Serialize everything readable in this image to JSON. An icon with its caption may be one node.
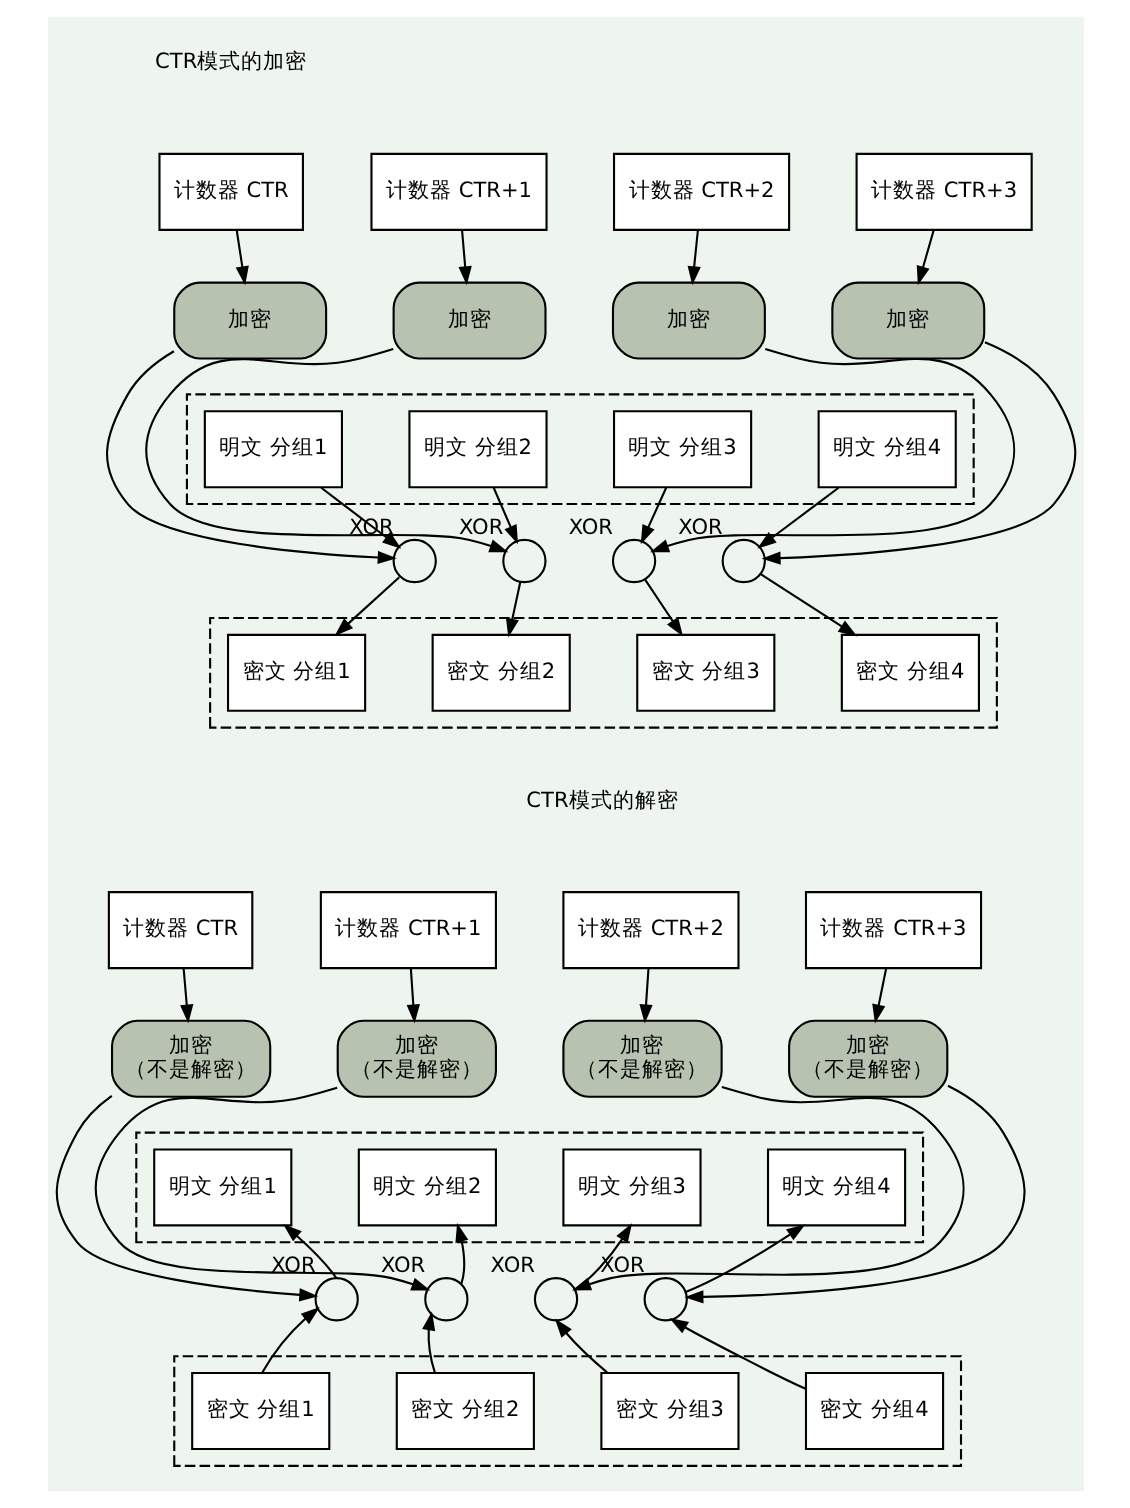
{
  "diagram": {
    "nodes": [
      {
        "text": [
          "计数器 CTR"
        ]
      },
      {
        "text": [
          "计数器 CTR+1"
        ]
      },
      {
        "text": [
          "计数器 CTR+2"
        ]
      },
      {
        "text": [
          "计数器 CTR+3"
        ]
      },
      {
        "text": [
          "加密"
        ]
      },
      {
        "text": [
          "加密"
        ]
      },
      {
        "text": [
          "加密"
        ]
      },
      {
        "text": [
          "加密"
        ]
      },
      {
        "text": [],
        "shape": "box"
      },
      {
        "text": [
          "明文 分组1"
        ],
        "in": 8
      },
      {
        "text": [
          "明文 分组2"
        ],
        "in": 8
      },
      {
        "text": [
          "明文 分组3"
        ],
        "in": 8
      },
      {
        "text": [
          "明文 分组4"
        ],
        "in": 8
      },
      {
        "text": [],
        "shape": "circle",
        "beside": [
          "XOR"
        ]
      },
      {
        "text": [],
        "shape": "circle",
        "beside": [
          "XOR"
        ]
      },
      {
        "text": [],
        "shape": "circle",
        "beside": [
          "XOR"
        ]
      },
      {
        "text": [],
        "shape": "circle",
        "beside": [
          "XOR"
        ]
      },
      {
        "text": [],
        "shape": "box"
      },
      {
        "text": [
          "密文 分组1"
        ],
        "in": 17
      },
      {
        "text": [
          "密文 分组2"
        ],
        "in": 17
      },
      {
        "text": [
          "密文 分组3"
        ],
        "in": 17
      },
      {
        "text": [
          "密文 分组4"
        ],
        "in": 17
      },
      {
        "text": [
          "计数器 CTR"
        ]
      },
      {
        "text": [
          "计数器 CTR+1"
        ]
      },
      {
        "text": [
          "计数器 CTR+2"
        ]
      },
      {
        "text": [
          "计数器 CTR+3"
        ]
      },
      {
        "text": [
          "加密",
          "（不是解密）"
        ]
      },
      {
        "text": [
          "加密",
          "（不是解密）"
        ]
      },
      {
        "text": [
          "加密",
          "（不是解密）"
        ]
      },
      {
        "text": [
          "加密",
          "（不是解密）"
        ]
      },
      {
        "text": [],
        "shape": "box"
      },
      {
        "text": [
          "明文 分组1"
        ],
        "in": 30
      },
      {
        "text": [
          "明文 分组2"
        ],
        "in": 30
      },
      {
        "text": [
          "明文 分组3"
        ],
        "in": 30
      },
      {
        "text": [
          "明文 分组4"
        ],
        "in": 30
      },
      {
        "text": [],
        "shape": "circle",
        "beside": [
          "XOR"
        ]
      },
      {
        "text": [],
        "shape": "circle",
        "beside": [
          "XOR"
        ]
      },
      {
        "text": [],
        "shape": "circle",
        "beside": [
          "XOR"
        ]
      },
      {
        "text": [],
        "shape": "circle",
        "beside": [
          "XOR"
        ]
      },
      {
        "text": [],
        "shape": "box"
      },
      {
        "text": [
          "密文 分组1"
        ],
        "in": 39
      },
      {
        "text": [
          "密文 分组2"
        ],
        "in": 39
      },
      {
        "text": [
          "密文 分组3"
        ],
        "in": 39
      },
      {
        "text": [
          "密文 分组4"
        ],
        "in": 39
      }
    ],
    "edges": [
      {
        "from": 0,
        "to": 4,
        "arrow": "to"
      },
      {
        "from": 1,
        "to": 5,
        "arrow": "to"
      },
      {
        "from": 2,
        "to": 6,
        "arrow": "to"
      },
      {
        "from": 3,
        "to": 7,
        "arrow": "to"
      },
      {
        "from": 4,
        "to": 13,
        "arrow": "to"
      },
      {
        "from": 5,
        "to": 14,
        "arrow": "to"
      },
      {
        "from": 6,
        "to": 15,
        "arrow": "to"
      },
      {
        "from": 7,
        "to": 16,
        "arrow": "to"
      },
      {
        "from": 9,
        "to": 13,
        "arrow": "to"
      },
      {
        "from": 10,
        "to": 14,
        "arrow": "to"
      },
      {
        "from": 11,
        "to": 15,
        "arrow": "to"
      },
      {
        "from": 12,
        "to": 16,
        "arrow": "to"
      },
      {
        "from": 13,
        "to": 18,
        "arrow": "to"
      },
      {
        "from": 14,
        "to": 19,
        "arrow": "to"
      },
      {
        "from": 15,
        "to": 20,
        "arrow": "to"
      },
      {
        "from": 16,
        "to": 21,
        "arrow": "to"
      },
      {
        "from": 22,
        "to": 26,
        "arrow": "to"
      },
      {
        "from": 23,
        "to": 27,
        "arrow": "to"
      },
      {
        "from": 24,
        "to": 28,
        "arrow": "to"
      },
      {
        "from": 25,
        "to": 29,
        "arrow": "to"
      },
      {
        "from": 26,
        "to": 35,
        "arrow": "to"
      },
      {
        "from": 27,
        "to": 36,
        "arrow": "to"
      },
      {
        "from": 28,
        "to": 37,
        "arrow": "to"
      },
      {
        "from": 29,
        "to": 38,
        "arrow": "to"
      },
      {
        "from": 40,
        "to": 35,
        "arrow": "to"
      },
      {
        "from": 41,
        "to": 36,
        "arrow": "to"
      },
      {
        "from": 42,
        "to": 37,
        "arrow": "to"
      },
      {
        "from": 43,
        "to": 38,
        "arrow": "to"
      },
      {
        "from": 35,
        "to": 31,
        "arrow": "to"
      },
      {
        "from": 36,
        "to": 32,
        "arrow": "to"
      },
      {
        "from": 37,
        "to": 33,
        "arrow": "to"
      },
      {
        "from": 38,
        "to": 34,
        "arrow": "to"
      }
    ],
    "labels": [
      "CTR模式的加密",
      "CTR模式的解密"
    ]
  }
}
